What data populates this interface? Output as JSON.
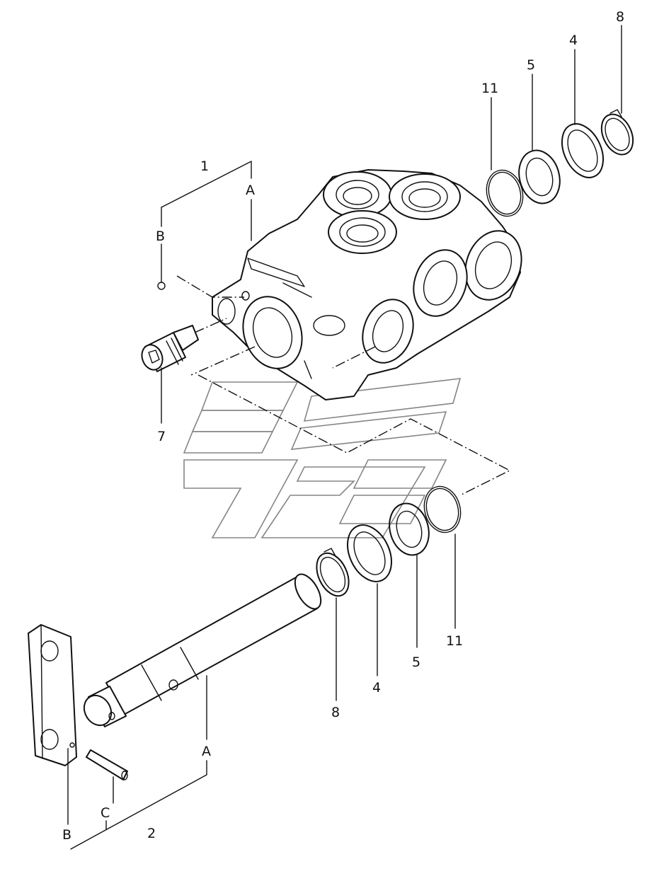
{
  "labels": {
    "part_1": "1",
    "part_2": "2",
    "part_4_top": "4",
    "part_4_bottom": "4",
    "part_5_top": "5",
    "part_5_bottom": "5",
    "part_7": "7",
    "part_8_top": "8",
    "part_8_bottom": "8",
    "part_11_top": "11",
    "part_11_bottom": "11",
    "ref_A_top": "A",
    "ref_B_top": "B",
    "ref_A_bottom": "A",
    "ref_B_bottom": "B",
    "ref_C_bottom": "C"
  }
}
